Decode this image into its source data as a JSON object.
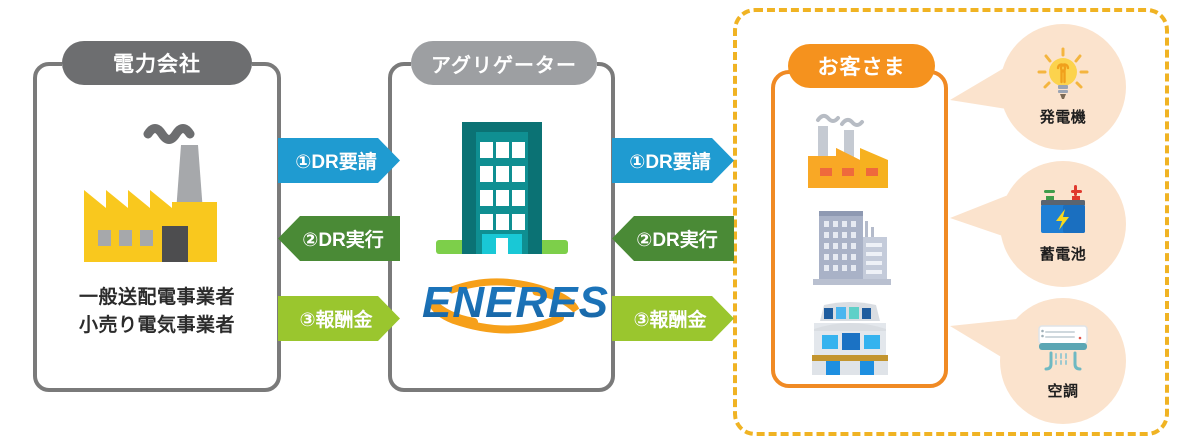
{
  "colors": {
    "gray_pill": "#6d6e70",
    "gray_pill_light": "#9d9fa2",
    "orange_pill": "#f5921e",
    "panel_border": "#7a7a7a",
    "panel_border_orange": "#f08a24",
    "dashed_border": "#f0b323",
    "arrow_blue": "#1f9bd1",
    "arrow_green_dark": "#4a8a36",
    "arrow_green_light": "#9ac62e",
    "bubble_fill": "#fbe3cd",
    "factory_yellow": "#f9c81e",
    "logo_blue": "#1b73b9",
    "logo_orange": "#f6a01a",
    "aggregator_teal": "#16a0a8"
  },
  "panels": [
    {
      "id": "utility",
      "title": "電力会社",
      "lines": [
        "一般送配電事業者",
        "小売り電気事業者"
      ],
      "icon": "power-plant-icon"
    },
    {
      "id": "aggregator",
      "title": "アグリゲーター",
      "logo": "ENERES",
      "icon": "office-building-icon"
    },
    {
      "id": "customer",
      "title": "お客さま",
      "icons": [
        "factory-icon",
        "office-tower-icon",
        "commercial-building-icon"
      ]
    }
  ],
  "flows": {
    "left": [
      {
        "label": "①DR要請",
        "direction": "right",
        "color": "#1f9bd1"
      },
      {
        "label": "②DR実行",
        "direction": "left",
        "color": "#4a8a36"
      },
      {
        "label": "③報酬金",
        "direction": "right",
        "color": "#9ac62e"
      }
    ],
    "right": [
      {
        "label": "①DR要請",
        "direction": "right",
        "color": "#1f9bd1"
      },
      {
        "label": "②DR実行",
        "direction": "left",
        "color": "#4a8a36"
      },
      {
        "label": "③報酬金",
        "direction": "right",
        "color": "#9ac62e"
      }
    ]
  },
  "resources": [
    {
      "label": "発電機",
      "icon": "lightbulb-icon"
    },
    {
      "label": "蓄電池",
      "icon": "battery-icon"
    },
    {
      "label": "空調",
      "icon": "air-conditioner-icon"
    }
  ]
}
